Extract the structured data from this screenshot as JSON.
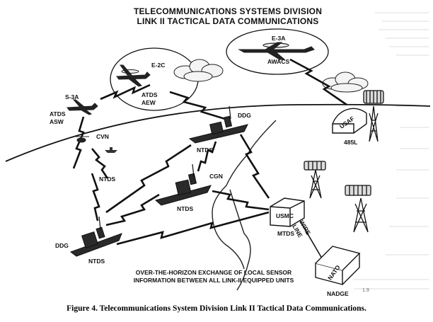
{
  "title_line1": "TELECOMMUNICATIONS SYSTEMS DIVISION",
  "title_line2": "LINK II TACTICAL DATA COMMUNICATIONS",
  "labels": {
    "e3a": "E-3A",
    "awacs": "AWACS",
    "e2c": "E-2C",
    "atds_aew_1": "ATDS",
    "atds_aew_2": "AEW",
    "s3a": "S-3A",
    "atds_asw_1": "ATDS",
    "atds_asw_2": "ASW",
    "cvn": "CVN",
    "ntds_cvn": "NTDS",
    "ddg_top": "DDG",
    "ntds_ddg_top": "NTDS",
    "cgn": "CGN",
    "ntds_cgn": "NTDS",
    "ddg_bottom": "DDG",
    "ntds_ddg_bottom": "NTDS",
    "usaf": "USAF",
    "l485": "485L",
    "usmc": "USMC",
    "mtds": "MTDS",
    "wire_1": "WIRE",
    "wire_2": "LINE",
    "nato": "NATO",
    "nadge": "NADGE"
  },
  "bottom_text_line1": "OVER-THE-HORIZON EXCHANGE OF LOCAL SENSOR",
  "bottom_text_line2": "INFORMATION BETWEEN ALL LINK-II EQUIPPED UNITS",
  "page_mark": "1.9",
  "caption": "Figure 4. Telecommunications System Division Link II Tactical Data Communications."
}
